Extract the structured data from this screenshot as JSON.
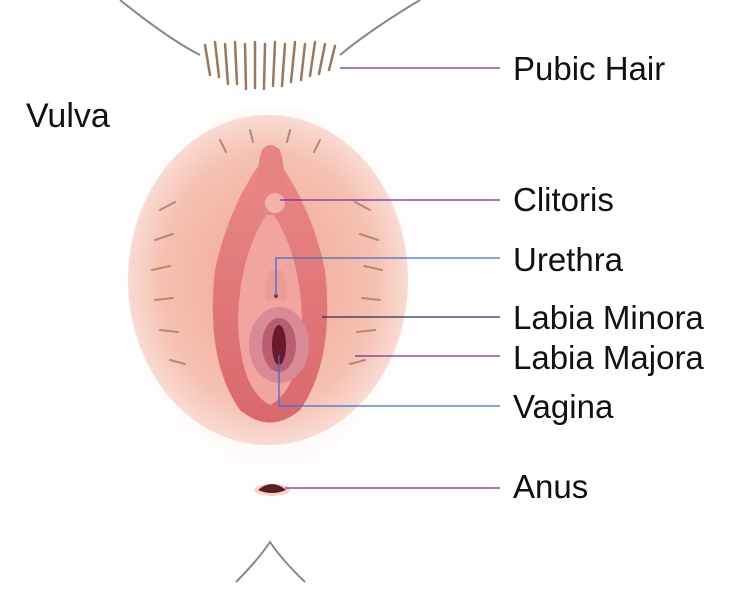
{
  "title": "Vulva",
  "labels": {
    "pubic_hair": "Pubic Hair",
    "clitoris": "Clitoris",
    "urethra": "Urethra",
    "labia_minora": "Labia Minora",
    "labia_majora": "Labia Majora",
    "vagina": "Vagina",
    "anus": "Anus"
  },
  "colors": {
    "leader_purple": "#7b2a9e",
    "leader_blue": "#3a6fd0",
    "leader_dark": "#2b2d5a"
  }
}
